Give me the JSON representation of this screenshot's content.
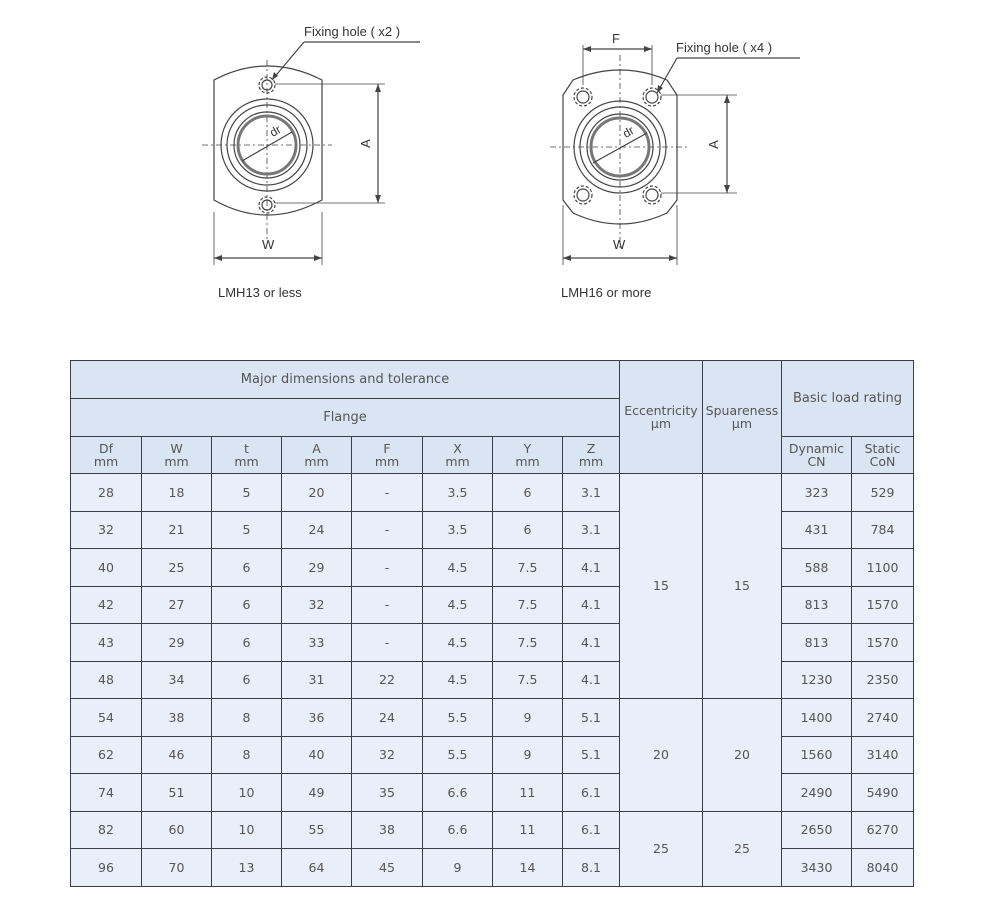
{
  "drawings": [
    {
      "id": "lmh13",
      "caption": "LMH13 or less",
      "callout": "Fixing hole ( x2 )",
      "dim_width": "W",
      "dim_height": "A",
      "bore_label": "dr",
      "holes": 2
    },
    {
      "id": "lmh16",
      "caption": "LMH16 or more",
      "callout": "Fixing hole ( x4 )",
      "dim_width": "W",
      "dim_height": "A",
      "dim_top": "F",
      "bore_label": "dr",
      "holes": 4
    }
  ],
  "table": {
    "header_major": "Major dimensions and tolerance",
    "header_flange": "Flange",
    "header_eccentricity": [
      "Eccentricity",
      "µm"
    ],
    "header_squareness": [
      "Spuareness",
      "µm"
    ],
    "header_load": "Basic load rating",
    "columns": [
      {
        "name": "Df",
        "unit": "mm"
      },
      {
        "name": "W",
        "unit": "mm"
      },
      {
        "name": "t",
        "unit": "mm"
      },
      {
        "name": "A",
        "unit": "mm"
      },
      {
        "name": "F",
        "unit": "mm"
      },
      {
        "name": "X",
        "unit": "mm"
      },
      {
        "name": "Y",
        "unit": "mm"
      },
      {
        "name": "Z",
        "unit": "mm"
      }
    ],
    "load_columns": [
      {
        "name": "Dynamic",
        "unit": "CN"
      },
      {
        "name": "Static",
        "unit": "CoN"
      }
    ],
    "rows": [
      [
        "28",
        "18",
        "5",
        "20",
        "-",
        "3.5",
        "6",
        "3.1",
        "323",
        "529"
      ],
      [
        "32",
        "21",
        "5",
        "24",
        "-",
        "3.5",
        "6",
        "3.1",
        "431",
        "784"
      ],
      [
        "40",
        "25",
        "6",
        "29",
        "-",
        "4.5",
        "7.5",
        "4.1",
        "588",
        "1100"
      ],
      [
        "42",
        "27",
        "6",
        "32",
        "-",
        "4.5",
        "7.5",
        "4.1",
        "813",
        "1570"
      ],
      [
        "43",
        "29",
        "6",
        "33",
        "-",
        "4.5",
        "7.5",
        "4.1",
        "813",
        "1570"
      ],
      [
        "48",
        "34",
        "6",
        "31",
        "22",
        "4.5",
        "7.5",
        "4.1",
        "1230",
        "2350"
      ],
      [
        "54",
        "38",
        "8",
        "36",
        "24",
        "5.5",
        "9",
        "5.1",
        "1400",
        "2740"
      ],
      [
        "62",
        "46",
        "8",
        "40",
        "32",
        "5.5",
        "9",
        "5.1",
        "1560",
        "3140"
      ],
      [
        "74",
        "51",
        "10",
        "49",
        "35",
        "6.6",
        "11",
        "6.1",
        "2490",
        "5490"
      ],
      [
        "82",
        "60",
        "10",
        "55",
        "38",
        "6.6",
        "11",
        "6.1",
        "2650",
        "6270"
      ],
      [
        "96",
        "70",
        "13",
        "64",
        "45",
        "9",
        "14",
        "8.1",
        "3430",
        "8040"
      ]
    ],
    "groups": [
      {
        "eccentricity": "15",
        "squareness": "15",
        "rows": 6
      },
      {
        "eccentricity": "20",
        "squareness": "20",
        "rows": 3
      },
      {
        "eccentricity": "25",
        "squareness": "25",
        "rows": 2
      }
    ]
  }
}
